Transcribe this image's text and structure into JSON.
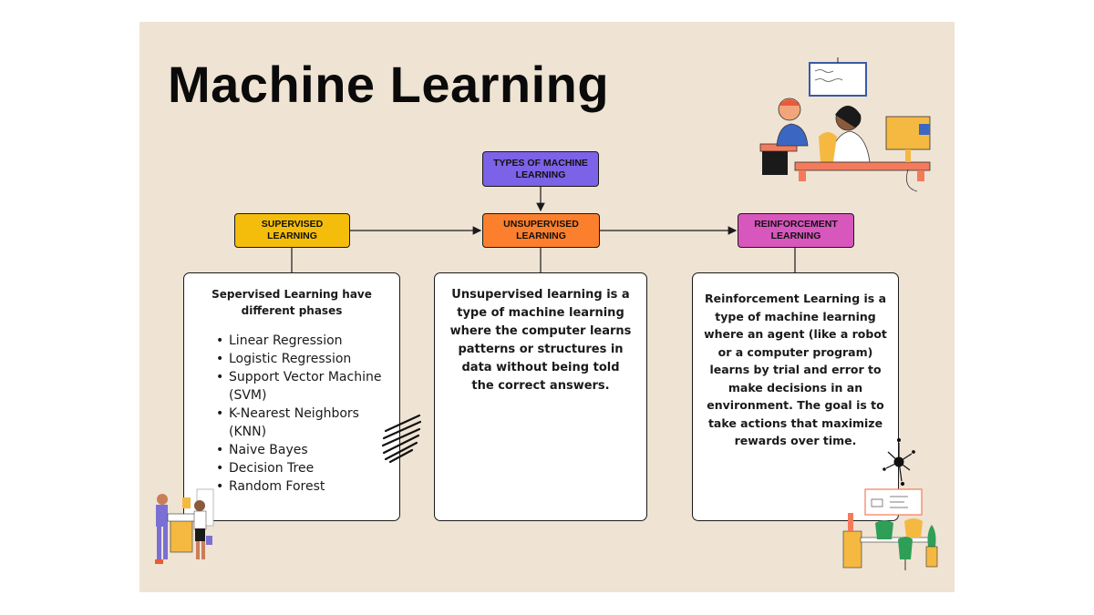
{
  "title": "Machine Learning",
  "nodes": {
    "types": "TYPES OF MACHINE LEARNING",
    "supervised": "SUPERVISED LEARNING",
    "unsupervised": "UNSUPERVISED LEARNING",
    "reinforcement": "REINFORCEMENT LEARNING"
  },
  "supervised_box": {
    "heading": "Sepervised Learning have different phases",
    "items": [
      "Linear Regression",
      "Logistic Regression",
      "Support Vector Machine (SVM)",
      "K-Nearest Neighbors (KNN)",
      "Naive Bayes",
      "Decision Tree",
      "Random Forest"
    ]
  },
  "unsupervised_box": {
    "text": "Unsupervised learning is a type of machine learning where the computer learns patterns or structures in data without being told the correct answers."
  },
  "reinforcement_box": {
    "text": "Reinforcement Learning is a type of machine learning where an agent (like a robot or a computer program) learns by trial and error to make decisions in an environment. The goal is to take actions that maximize rewards over time."
  },
  "colors": {
    "background": "#efe3d3",
    "types": "#7b62e6",
    "supervised": "#f4bd0b",
    "unsupervised": "#fb7f2c",
    "reinforcement": "#d757bd"
  },
  "icons": [
    "office-workers-illustration",
    "presentation-illustration",
    "desk-chairs-illustration",
    "scribble-mark",
    "ink-splat"
  ]
}
